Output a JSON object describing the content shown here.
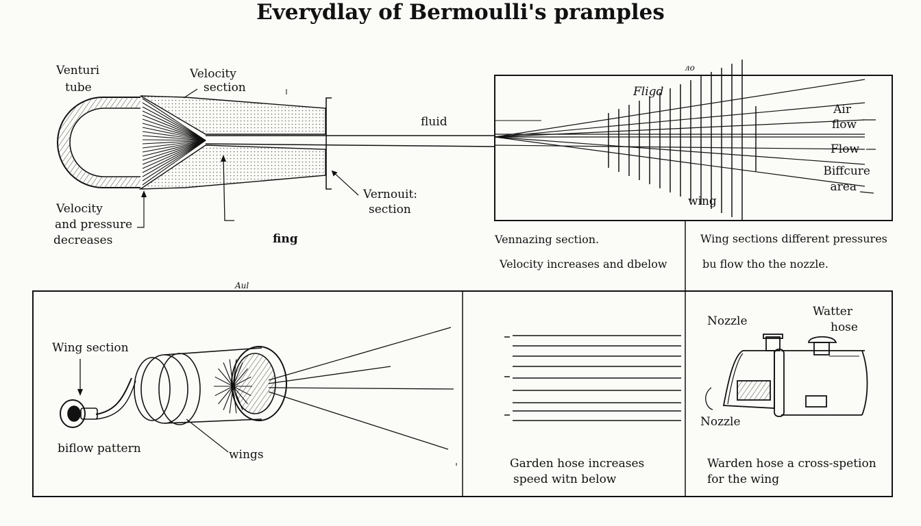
{
  "title": "Everydlay of  Bermoulli's   pramples",
  "colors": {
    "ink": "#111111",
    "paper": "#fbfbf8",
    "hatch": "#555555"
  },
  "venturi_panel": {
    "tube_label": [
      "Venturi",
      "tube"
    ],
    "velocity_section": [
      "Velocity",
      "section"
    ],
    "fluid": "fluid",
    "vernouli_section": [
      "Vernouit:",
      "section"
    ],
    "velocity_pressure": [
      "Velocity",
      "and pressure",
      "decreases"
    ],
    "fing": "fing"
  },
  "flight_panel": {
    "corner_mark": "лo",
    "flight": "Fligd",
    "air_flow": [
      "Air",
      "flow"
    ],
    "flow": "Flow",
    "bifurcation_area": [
      "Biffcure",
      "area"
    ],
    "wing": "wing",
    "caption_left": [
      "Vennazing section.",
      "Velocity increases and dbelow"
    ],
    "caption_right": [
      "Wing sections different pressures",
      "bu flow tho the nozzle."
    ]
  },
  "bottom_left_panel": {
    "corner_mark": "Aиl",
    "wing_section": "Wing section",
    "biflow_pattern": "biflow pattern",
    "wings": "wings"
  },
  "bottom_mid_panel": {
    "caption": [
      "Garden hose increases",
      "speed witn below"
    ]
  },
  "bottom_right_panel": {
    "nozzle_top": "Nozzle",
    "water_hose": [
      "Watter",
      "hose"
    ],
    "nozzle_bottom": "Nozzle",
    "caption": [
      "Warden hose a cross-spetion",
      "for the wing"
    ]
  }
}
